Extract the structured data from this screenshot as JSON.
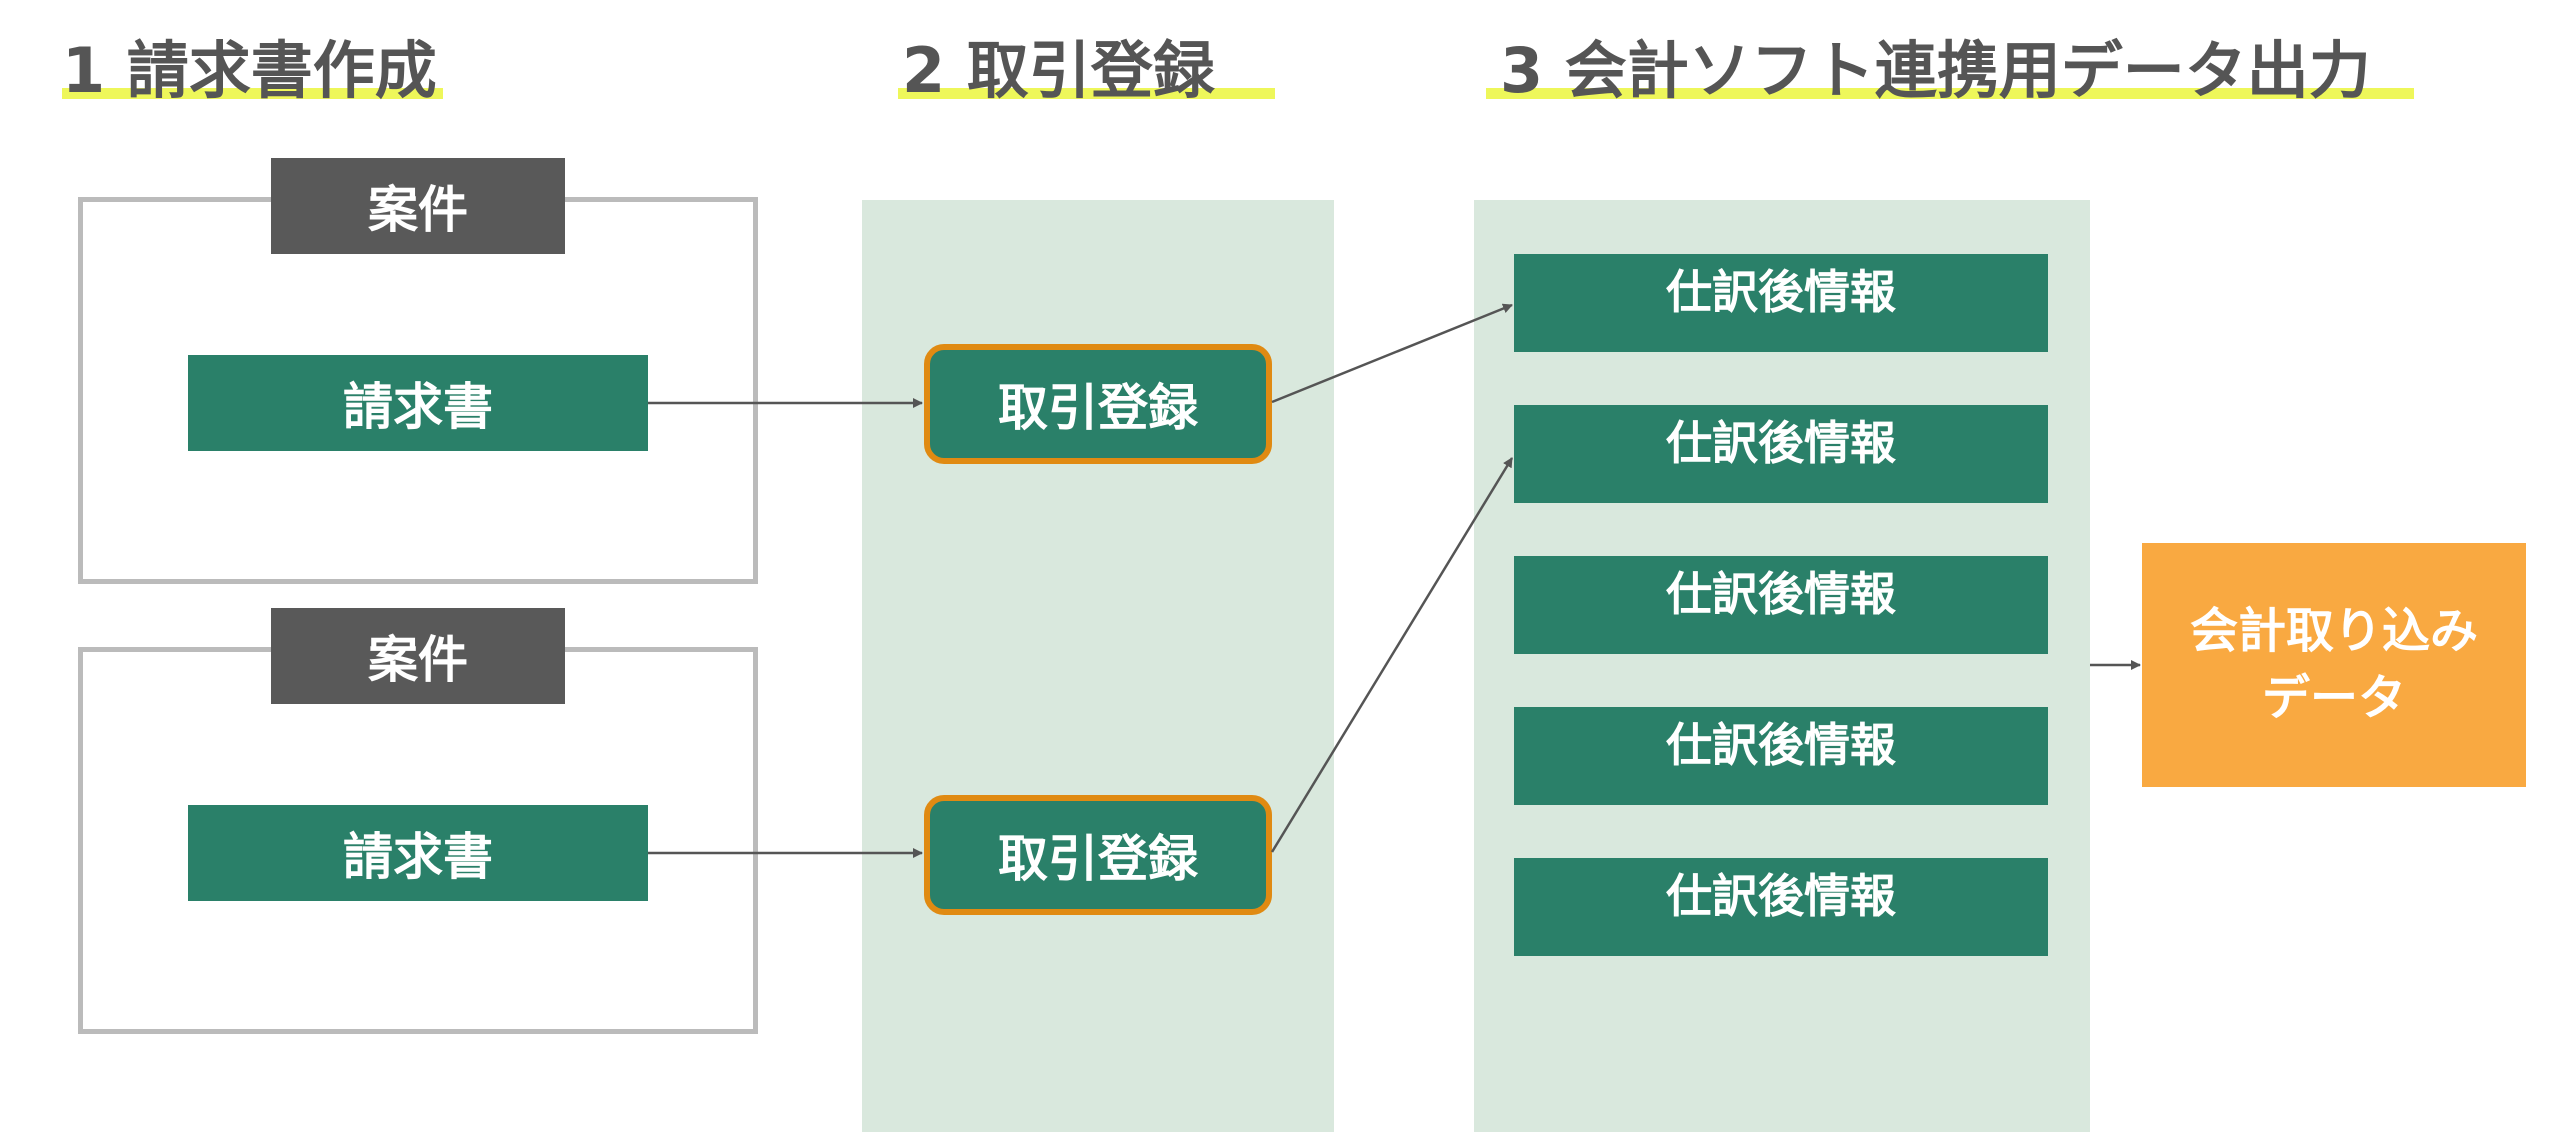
{
  "headings": {
    "step1": "1 請求書作成",
    "step2": "2 取引登録",
    "step3": "3 会計ソフト連携用データ出力"
  },
  "cases": [
    {
      "label": "案件",
      "invoice": "請求書"
    },
    {
      "label": "案件",
      "invoice": "請求書"
    }
  ],
  "registrations": [
    "取引登録",
    "取引登録"
  ],
  "journal_entries": [
    "仕訳後情報",
    "仕訳後情報",
    "仕訳後情報",
    "仕訳後情報",
    "仕訳後情報"
  ],
  "output": {
    "line1": "会計取り込み",
    "line2": "データ"
  },
  "colors": {
    "green": "#2a8069",
    "orange_border": "#e08a12",
    "orange_fill": "#f9a941",
    "column_bg": "#d9e8dd",
    "case_label": "#595959",
    "highlight": "#eef75a"
  }
}
